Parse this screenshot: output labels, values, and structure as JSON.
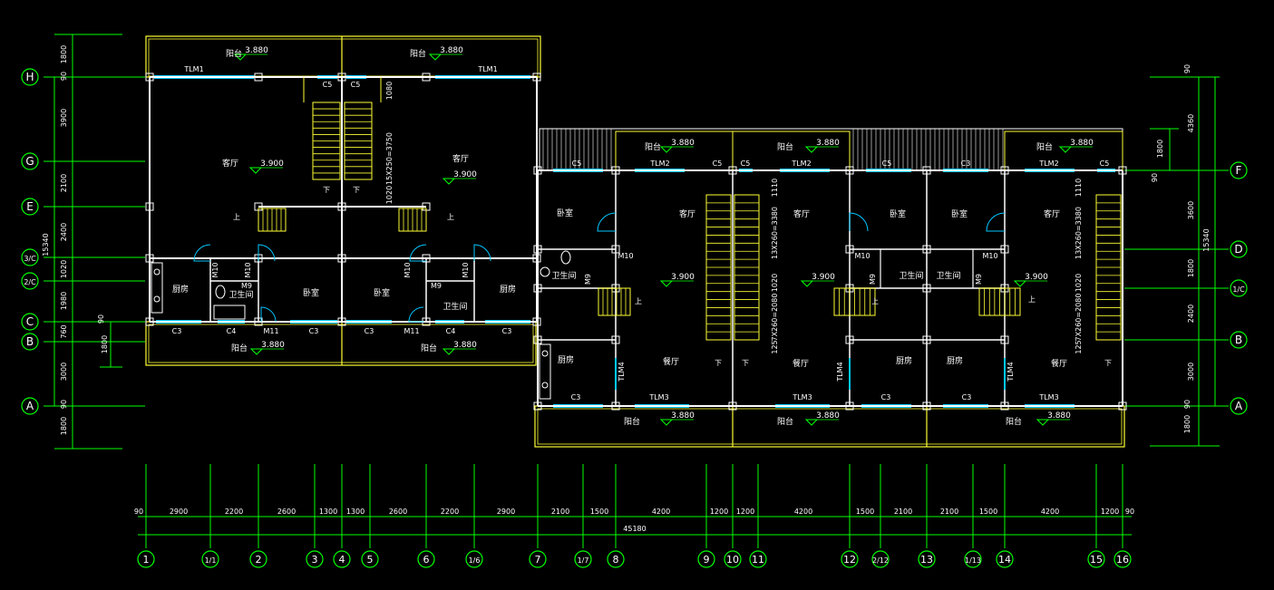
{
  "colors": {
    "wall": "#ffffff",
    "balcony": "#ffff33",
    "dim": "#00ff00",
    "window": "#00c8ff",
    "door": "#00c8ff",
    "stair": "#ffff33",
    "text": "#ffffff",
    "axis": "#00ff00"
  },
  "axes_left": [
    {
      "id": "ax-H",
      "label": "H"
    },
    {
      "id": "ax-G",
      "label": "G"
    },
    {
      "id": "ax-E",
      "label": "E"
    },
    {
      "id": "ax-3C",
      "label": "3/C"
    },
    {
      "id": "ax-2C",
      "label": "2/C"
    },
    {
      "id": "ax-C",
      "label": "C"
    },
    {
      "id": "ax-B",
      "label": "B"
    },
    {
      "id": "ax-A",
      "label": "A"
    }
  ],
  "axes_right": [
    {
      "id": "ax-F",
      "label": "F"
    },
    {
      "id": "ax-D",
      "label": "D"
    },
    {
      "id": "ax-1C",
      "label": "1/C"
    },
    {
      "id": "ax-B2",
      "label": "B"
    },
    {
      "id": "ax-A2",
      "label": "A"
    }
  ],
  "axes_bottom": [
    "1",
    "1/1",
    "2",
    "3",
    "4",
    "5",
    "6",
    "1/6",
    "7",
    "1/7",
    "8",
    "9",
    "10",
    "11",
    "12",
    "2/12",
    "13",
    "1/13",
    "14",
    "15",
    "16"
  ],
  "dims_left": [
    "1800",
    "90",
    "3900",
    "2100",
    "2400",
    "1020",
    "1980",
    "760",
    "3000",
    "90",
    "1800"
  ],
  "dims_left_total": "15340",
  "dims_left_inner": [
    "90",
    "1800"
  ],
  "dims_right": [
    "90",
    "4360",
    "1800",
    "90",
    "3600",
    "1800",
    "2400",
    "3000",
    "90",
    "1800"
  ],
  "dims_right_total": "15340",
  "dims_bottom": [
    "90",
    "2900",
    "2200",
    "2600",
    "1300",
    "1300",
    "2600",
    "2200",
    "2900",
    "2100",
    "1500",
    "4200",
    "1200",
    "1200",
    "4200",
    "1500",
    "2100",
    "2100",
    "1500",
    "4200",
    "1200",
    "90"
  ],
  "dims_bottom_total": "45180",
  "labels": {
    "balcony": "阳台",
    "living": "客厅",
    "bedroom": "卧室",
    "kitchen": "厨房",
    "bath": "卫生间",
    "dining": "餐厅",
    "up": "上",
    "down": "下",
    "elev_3880": "3.880",
    "elev_3900": "3.900",
    "stair_dim_1": "15X250=3750",
    "stair_dim_2": "13X260=3380",
    "stair_dim_3": "7X260=2080",
    "stair_dim_4": "1020",
    "stair_dim_5": "1080",
    "stair_dim_6": "1110",
    "stair_dim_7": "125"
  },
  "tags": {
    "TLM1": "TLM1",
    "TLM2": "TLM2",
    "TLM3": "TLM3",
    "TLM4": "TLM4",
    "C3": "C3",
    "C4": "C4",
    "C5": "C5",
    "M9": "M9",
    "M10": "M10",
    "M11": "M11"
  }
}
